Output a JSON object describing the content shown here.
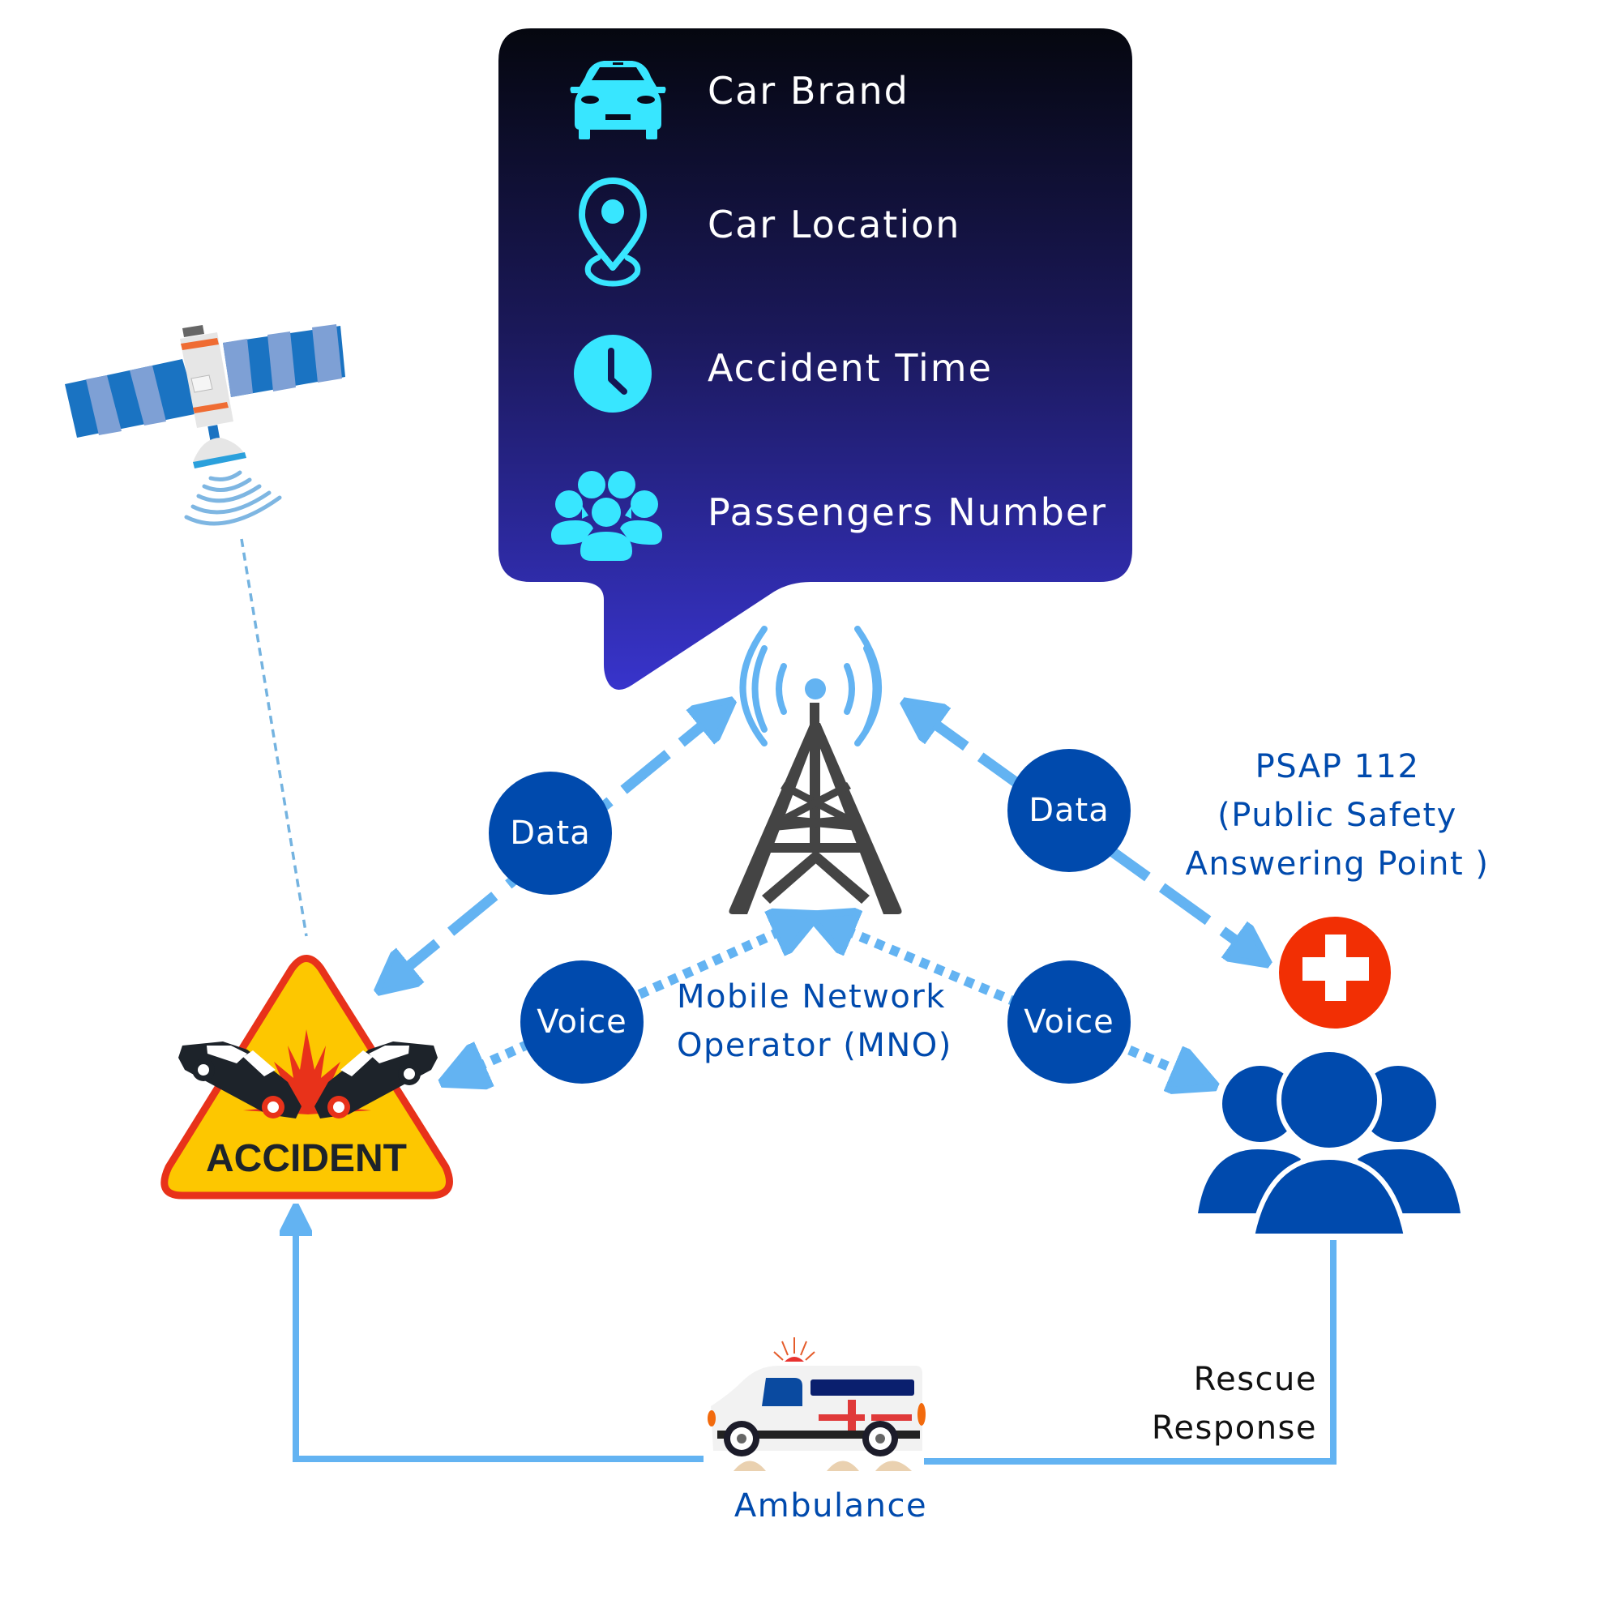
{
  "info_panel": {
    "items": [
      {
        "icon": "car-icon",
        "label": "Car Brand"
      },
      {
        "icon": "location-pin-icon",
        "label": "Car Location"
      },
      {
        "icon": "clock-icon",
        "label": "Accident Time"
      },
      {
        "icon": "passengers-icon",
        "label": "Passengers Number"
      }
    ]
  },
  "nodes": {
    "data_left": "Data",
    "data_right": "Data",
    "voice_left": "Voice",
    "voice_right": "Voice"
  },
  "tower": {
    "label_line1": "Mobile Network",
    "label_line2": "Operator (MNO)"
  },
  "psap": {
    "line1": "PSAP 112",
    "line2": "(Public Safety",
    "line3": "Answering Point )"
  },
  "accident": {
    "sign_text": "ACCIDENT"
  },
  "ambulance": {
    "label": "Ambulance"
  },
  "rescue": {
    "line1": "Rescue",
    "line2": "Response"
  },
  "colors": {
    "panel_top": "#05070f",
    "panel_bottom": "#3432c8",
    "icon_cyan": "#38e6ff",
    "node_blue": "#004aad",
    "arrow_light_blue": "#63b3f2",
    "tower_gray": "#444444",
    "accident_yellow": "#fdc700",
    "accident_red": "#e8321a",
    "medical_red": "#f22f04"
  }
}
